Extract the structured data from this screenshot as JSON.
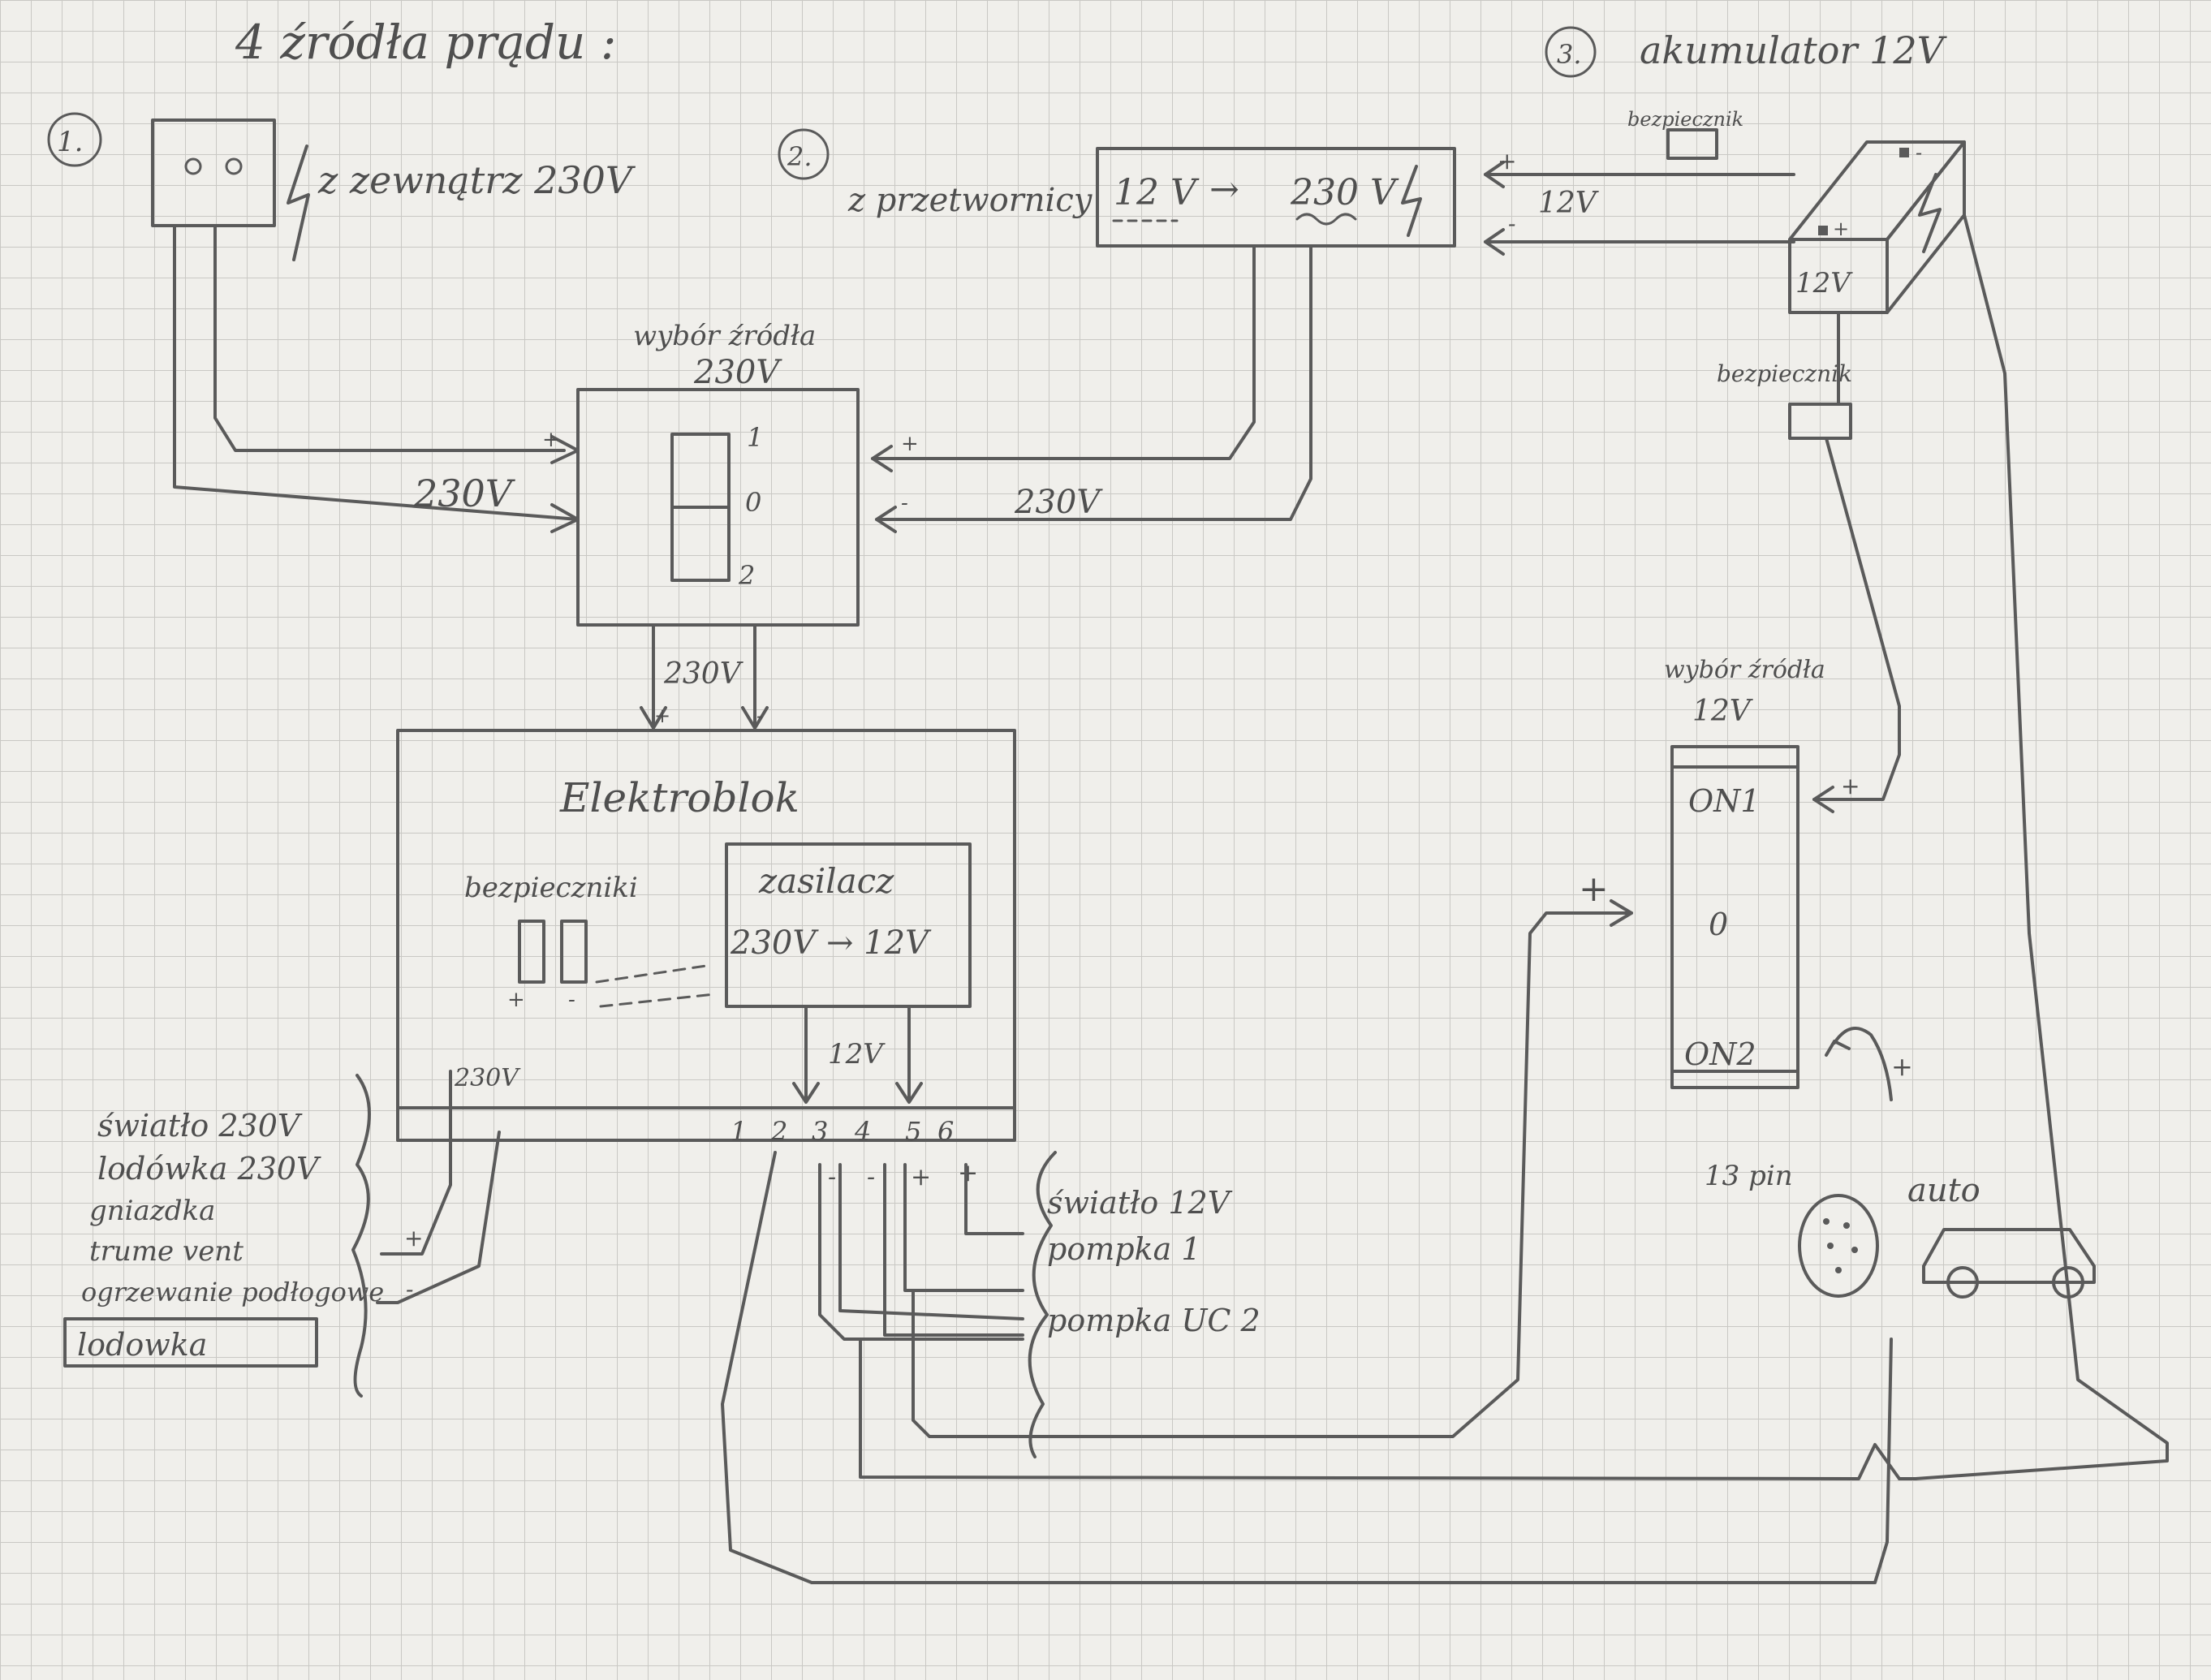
{
  "title": "4 źródła prądu :",
  "sources": {
    "s1": {
      "number": "1.",
      "label": "z zewnątrz 230V"
    },
    "s2": {
      "number": "2.",
      "label": "z przetwornicy",
      "conv_in": "12 V",
      "conv_arrow": "→",
      "conv_out": "230 V",
      "wire_plus": "+",
      "wire_minus": "-",
      "wire_voltage": "12V"
    },
    "s3": {
      "number": "3.",
      "label": "akumulator 12V",
      "battery_voltage": "12V",
      "fuse_top": "bezpiecznik",
      "fuse_bottom": "bezpiecznik",
      "plus": "+",
      "minus": "-"
    }
  },
  "selector230": {
    "title": "wybór źródła",
    "voltage": "230V",
    "pos1": "1",
    "pos0": "0",
    "pos2": "2",
    "in_left_plus": "+",
    "in_left_voltage": "230V",
    "in_right_plus": "+",
    "in_right_minus": "-",
    "in_right_voltage": "230V",
    "out_voltage": "230V",
    "out_plus": "+",
    "out_minus": "-"
  },
  "elektroblok": {
    "title": "Elektroblok",
    "fuses_label": "bezpieczniki",
    "fuse_marks": [
      "+",
      "-"
    ],
    "supply_title": "zasilacz",
    "supply_ratio": "230V → 12V",
    "out_12v": "12V",
    "out_230v": "230V",
    "terminals": [
      "1",
      "2",
      "3",
      "4",
      "5",
      "6"
    ],
    "terminal_signs": [
      "-",
      "-",
      "+",
      "+"
    ]
  },
  "consumers_230": {
    "items": [
      "światło 230V",
      "lodówka 230V",
      "gniazdka",
      "trume vent",
      "ogrzewanie podłogowe"
    ],
    "boxed": "lodowka",
    "plus": "+",
    "minus": "-"
  },
  "consumers_12": {
    "items": [
      "światło 12V",
      "pompka 1",
      "pompka UC 2"
    ]
  },
  "selector12": {
    "title": "wybór źródła",
    "voltage": "12V",
    "on1": "ON1",
    "off": "0",
    "on2": "ON2",
    "in_plus_top": "+",
    "in_plus_left": "+",
    "in_plus_bottom": "+"
  },
  "car": {
    "connector": "13 pin",
    "label": "auto"
  }
}
